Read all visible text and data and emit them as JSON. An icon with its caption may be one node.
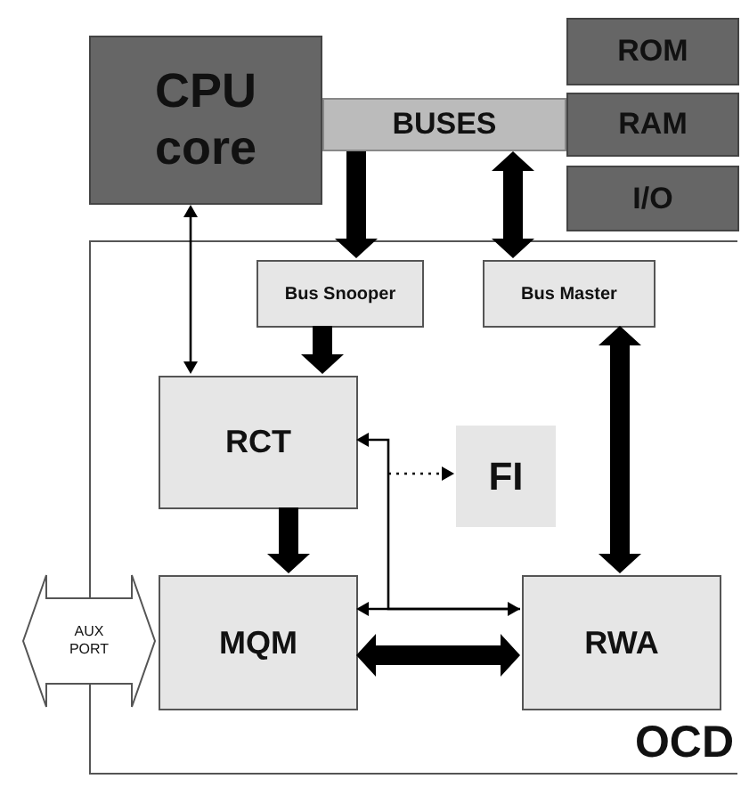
{
  "diagram": {
    "nodes": [
      {
        "text": [
          "CPU core"
        ]
      },
      {
        "text": [
          "BUSES"
        ]
      },
      {
        "text": [
          "ROM"
        ]
      },
      {
        "text": [
          "RAM"
        ]
      },
      {
        "text": [
          "I/O"
        ]
      },
      {
        "text": [
          "OCD"
        ]
      },
      {
        "text": [
          "Bus Snooper"
        ],
        "in": 5
      },
      {
        "text": [
          "Bus Master"
        ],
        "in": 5
      },
      {
        "text": [
          "RCT"
        ],
        "in": 5
      },
      {
        "text": [
          "FI"
        ],
        "in": 5
      },
      {
        "text": [
          "AUX PORT"
        ]
      },
      {
        "text": [
          "MQM"
        ],
        "in": 5
      },
      {
        "text": [
          "RWA"
        ],
        "in": 5
      }
    ],
    "edges": [
      {
        "from": 1,
        "to": 6,
        "arrow": "to",
        "style": "thick"
      },
      {
        "from": 1,
        "to": 7,
        "arrow": "both",
        "style": "thick"
      },
      {
        "from": 0,
        "to": 8,
        "arrow": "both"
      },
      {
        "from": 6,
        "to": 8,
        "arrow": "to",
        "style": "thick"
      },
      {
        "from": 7,
        "to": 12,
        "arrow": "both",
        "style": "thick"
      },
      {
        "from": 8,
        "to": 11,
        "arrow": "to",
        "style": "thick"
      },
      {
        "from": 11,
        "to": 12,
        "arrow": "both"
      },
      {
        "from": 12,
        "to": 8,
        "arrow": "to"
      },
      {
        "from": null,
        "to": 9,
        "arrow": "to",
        "style": "dashed"
      },
      {
        "from": 11,
        "to": 12,
        "arrow": "both",
        "style": "thick"
      }
    ]
  }
}
